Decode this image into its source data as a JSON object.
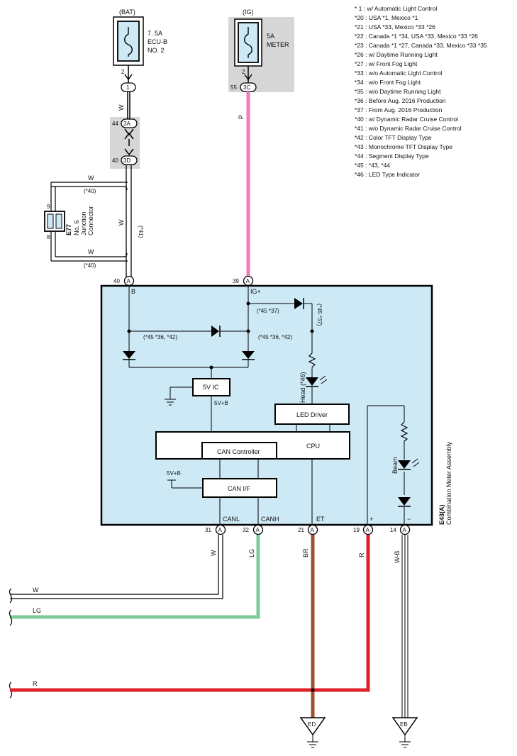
{
  "power": {
    "bat": {
      "title": "(BAT)",
      "fuse_line1": "7. 5A",
      "fuse_line2": "ECU-B",
      "fuse_line3": "NO. 2",
      "pin": "2",
      "connector_pin": "1"
    },
    "ig": {
      "title": "(IG)",
      "fuse_line1": "5A",
      "fuse_line2": "METER",
      "pin": "2",
      "connector_num": "55",
      "connector": "3C"
    }
  },
  "junctions": {
    "j3a": {
      "num": "44",
      "label": "3A"
    },
    "j3d": {
      "num": "40",
      "label": "3D"
    }
  },
  "junction_connector": {
    "id": "E77",
    "line1": "No. 6",
    "line2": "Junction",
    "line3": "Connector",
    "pin_top": "9",
    "pin_bottom": "8",
    "top_wire": "W",
    "top_note": "(*40)",
    "bottom_wire": "W",
    "bottom_note": "(*40)"
  },
  "wire_colors": {
    "bat_wire": "W",
    "ig_wire": "P",
    "main_wire": "W",
    "main_note": "(*41)"
  },
  "meter": {
    "label_id": "E43(A)",
    "label_name": "Combination Meter Assembly",
    "pin_b": "B",
    "pin_ig": "IG+",
    "diode_note_top": "(*45 *37)",
    "diode_note_vert": "(*45 *37)",
    "diode_note_left": "(*45 *36, *42)",
    "diode_note_right": "(*45 *36, *42)",
    "head_label": "Head (*46)",
    "ic_label": "5V IC",
    "ic_out": "5V+B",
    "led_driver": "LED Driver",
    "cpu": "CPU",
    "can_controller": "CAN Controller",
    "can_if": "CAN I/F",
    "can_if_supply": "5V+B",
    "beam_label": "Beam",
    "plus": "+",
    "minus": "−",
    "canl": "CANL",
    "canh": "CANH",
    "et": "ET",
    "top_pins": [
      {
        "num": "40",
        "letter": "A"
      },
      {
        "num": "39",
        "letter": "A"
      }
    ],
    "bottom_pins": [
      {
        "num": "31",
        "letter": "A",
        "wire": "W"
      },
      {
        "num": "32",
        "letter": "A",
        "wire": "LG"
      },
      {
        "num": "21",
        "letter": "A",
        "wire": "BR"
      },
      {
        "num": "19",
        "letter": "A",
        "wire": "R"
      },
      {
        "num": "14",
        "letter": "A",
        "wire": "W-B"
      }
    ]
  },
  "bus_wires": {
    "w": "W",
    "lg": "LG",
    "r": "R"
  },
  "grounds": {
    "ed": "ED",
    "eb": "EB"
  },
  "colors": {
    "body_fill": "#cde9f5",
    "shade": "#d6d6d6",
    "pink": "#f07cb8",
    "green": "#7fca9a",
    "brown": "#a0522d",
    "red": "#e0202a"
  },
  "notes": [
    "* 1 : w/ Automatic Light Control",
    "*20 : USA *1,  Mexico *1",
    "*21 : USA *33,  Mexico *33 *26",
    "*22 : Canada *1 *34,  USA *33,  Mexico *33 *26",
    "*23 : Canada *1 *27,  Canada *33,  Mexico *33 *35",
    "*26 : w/ Daytime Running Light",
    "*27 : w/ Front Fog Light",
    "*33 : w/o Automatic Light Control",
    "*34 : w/o Front Fog Light",
    "*35 : w/o Daytime Running Light",
    "*36 : Before Aug.  2016 Production",
    "*37 : From Aug.  2016 Production",
    "*40 : w/ Dynamic Radar Cruise Control",
    "*41 : w/o Dynamic Radar Cruise Control",
    "*42 : Color TFT Display Type",
    "*43 : Monochrome TFT Display Type",
    "*44 : Segment Display Type",
    "*45 : *43,  *44",
    "*46 : LED Type Indicator"
  ]
}
